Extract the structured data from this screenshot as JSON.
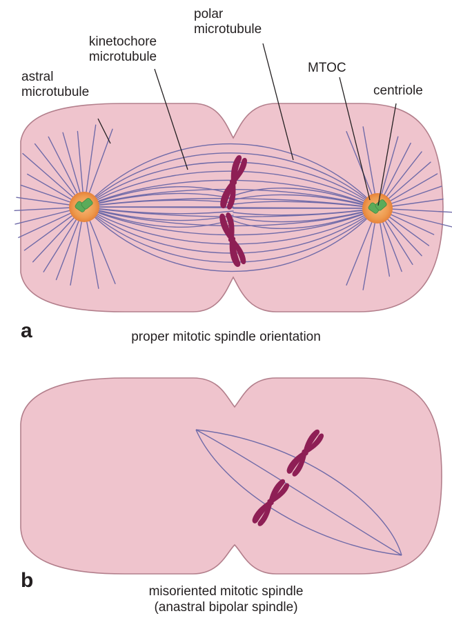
{
  "colors": {
    "cell_fill": "#efc4cd",
    "cell_edge": "#b27e8b",
    "microtubule": "#6f6aa8",
    "chromosome": "#8e1f55",
    "mtoc_orange": "#ee9a4e",
    "centriole_green": "#5bab5a",
    "leader_line": "#231f20"
  },
  "panel_a": {
    "letter": "a",
    "caption": "proper mitotic spindle orientation",
    "labels": {
      "astral_1": "astral",
      "astral_2": "microtubule",
      "kinetochore_1": "kinetochore",
      "kinetochore_2": "microtubule",
      "polar_1": "polar",
      "polar_2": "microtubule",
      "mtoc": "MTOC",
      "centriole": "centriole"
    }
  },
  "panel_b": {
    "letter": "b",
    "caption_1": "misoriented mitotic spindle",
    "caption_2": "(anastral bipolar spindle)"
  }
}
